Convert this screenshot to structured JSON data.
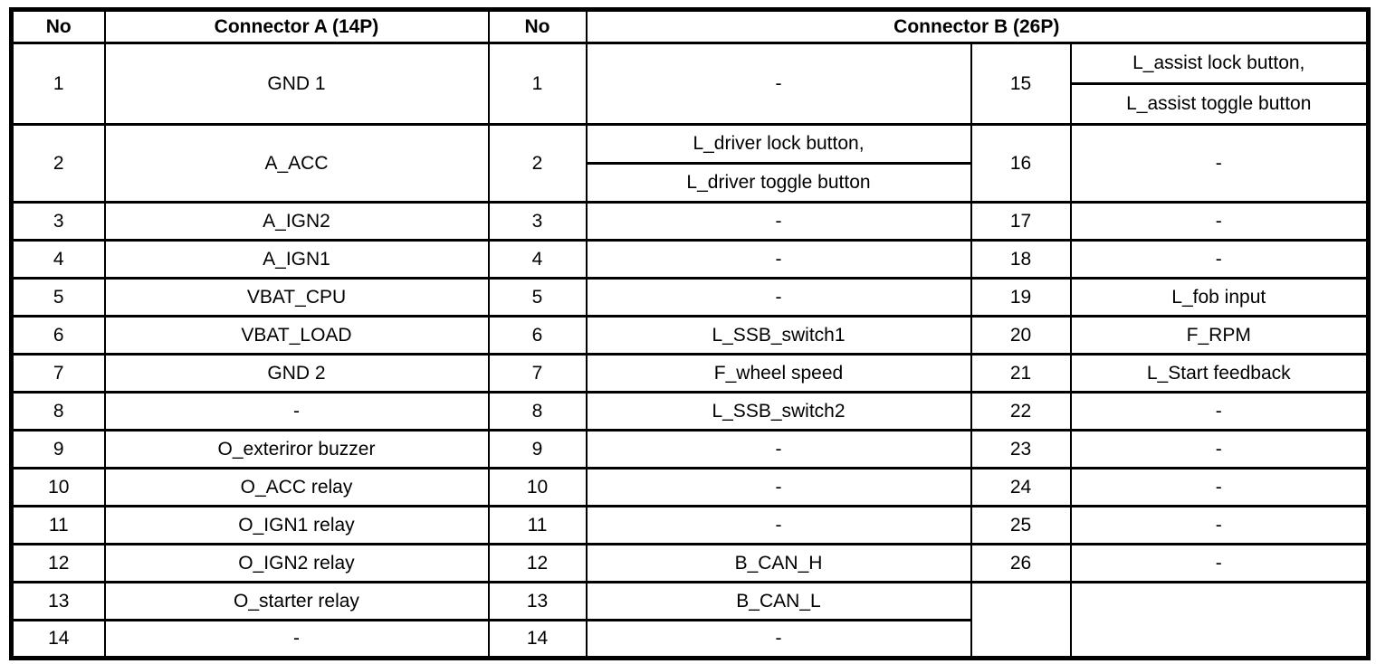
{
  "header": {
    "no_a_label": "No",
    "connector_a_label": "Connector A (14P)",
    "no_b_label": "No",
    "connector_b_label": "Connector B (26P)"
  },
  "pins_a": [
    {
      "no": "1",
      "signal": "GND 1"
    },
    {
      "no": "2",
      "signal": "A_ACC"
    },
    {
      "no": "3",
      "signal": "A_IGN2"
    },
    {
      "no": "4",
      "signal": "A_IGN1"
    },
    {
      "no": "5",
      "signal": "VBAT_CPU"
    },
    {
      "no": "6",
      "signal": "VBAT_LOAD"
    },
    {
      "no": "7",
      "signal": "GND 2"
    },
    {
      "no": "8",
      "signal": "-"
    },
    {
      "no": "9",
      "signal": "O_exteriror buzzer"
    },
    {
      "no": "10",
      "signal": "O_ACC relay"
    },
    {
      "no": "11",
      "signal": "O_IGN1 relay"
    },
    {
      "no": "12",
      "signal": "O_IGN2 relay"
    },
    {
      "no": "13",
      "signal": "O_starter relay"
    },
    {
      "no": "14",
      "signal": "-"
    }
  ],
  "pins_b": [
    {
      "no": "1",
      "signal": "-"
    },
    {
      "no": "2",
      "signal_line1": "L_driver lock button,",
      "signal_line2": "L_driver toggle button"
    },
    {
      "no": "3",
      "signal": "-"
    },
    {
      "no": "4",
      "signal": "-"
    },
    {
      "no": "5",
      "signal": "-"
    },
    {
      "no": "6",
      "signal": "L_SSB_switch1"
    },
    {
      "no": "7",
      "signal": "F_wheel speed"
    },
    {
      "no": "8",
      "signal": "L_SSB_switch2"
    },
    {
      "no": "9",
      "signal": "-"
    },
    {
      "no": "10",
      "signal": "-"
    },
    {
      "no": "11",
      "signal": "-"
    },
    {
      "no": "12",
      "signal": "B_CAN_H"
    },
    {
      "no": "13",
      "signal": "B_CAN_L"
    },
    {
      "no": "14",
      "signal": "-"
    },
    {
      "no": "15",
      "signal_line1": "L_assist lock button,",
      "signal_line2": "L_assist toggle button"
    },
    {
      "no": "16",
      "signal": "-"
    },
    {
      "no": "17",
      "signal": "-"
    },
    {
      "no": "18",
      "signal": "-"
    },
    {
      "no": "19",
      "signal": "L_fob input"
    },
    {
      "no": "20",
      "signal": "F_RPM"
    },
    {
      "no": "21",
      "signal": "L_Start feedback"
    },
    {
      "no": "22",
      "signal": "-"
    },
    {
      "no": "23",
      "signal": "-"
    },
    {
      "no": "24",
      "signal": "-"
    },
    {
      "no": "25",
      "signal": "-"
    },
    {
      "no": "26",
      "signal": "-"
    }
  ]
}
